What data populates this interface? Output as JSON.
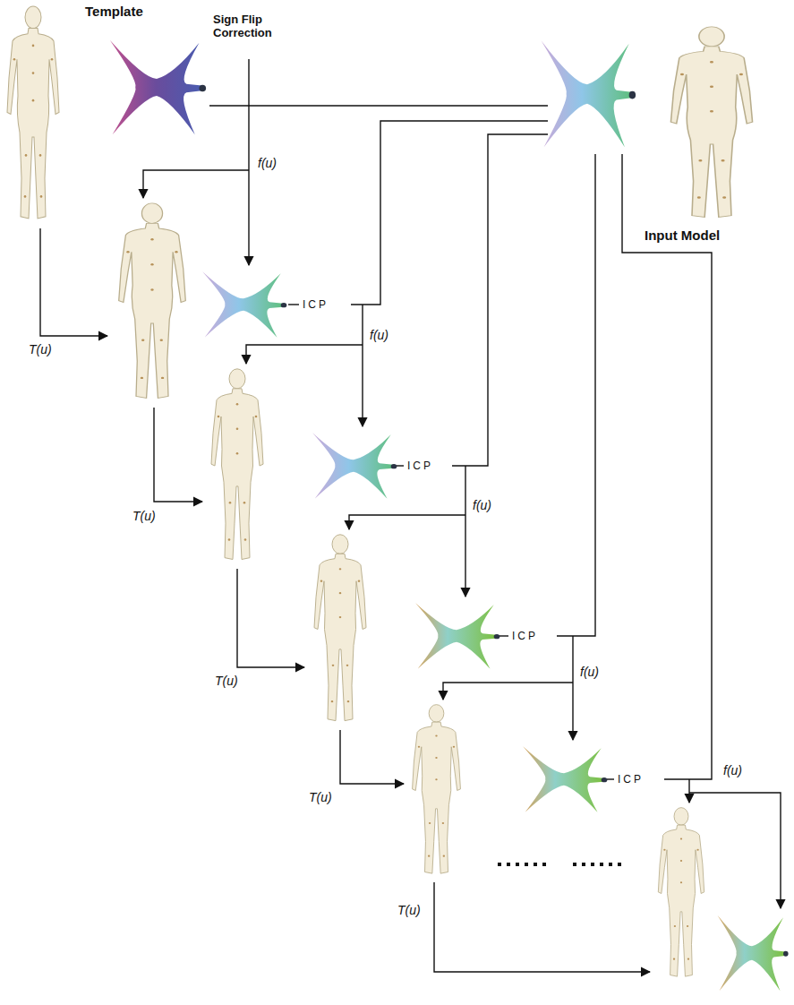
{
  "diagram": {
    "labels": [
      "Template",
      "Sign Flip Correction",
      "Input Model",
      "f(u)",
      "T(u)",
      "ICP",
      "f(u)",
      "T(u)",
      "ICP",
      "f(u)",
      "T(u)",
      "ICP",
      "f(u)",
      "T(u)",
      "ICP",
      "f(u)",
      "T(u)"
    ]
  }
}
